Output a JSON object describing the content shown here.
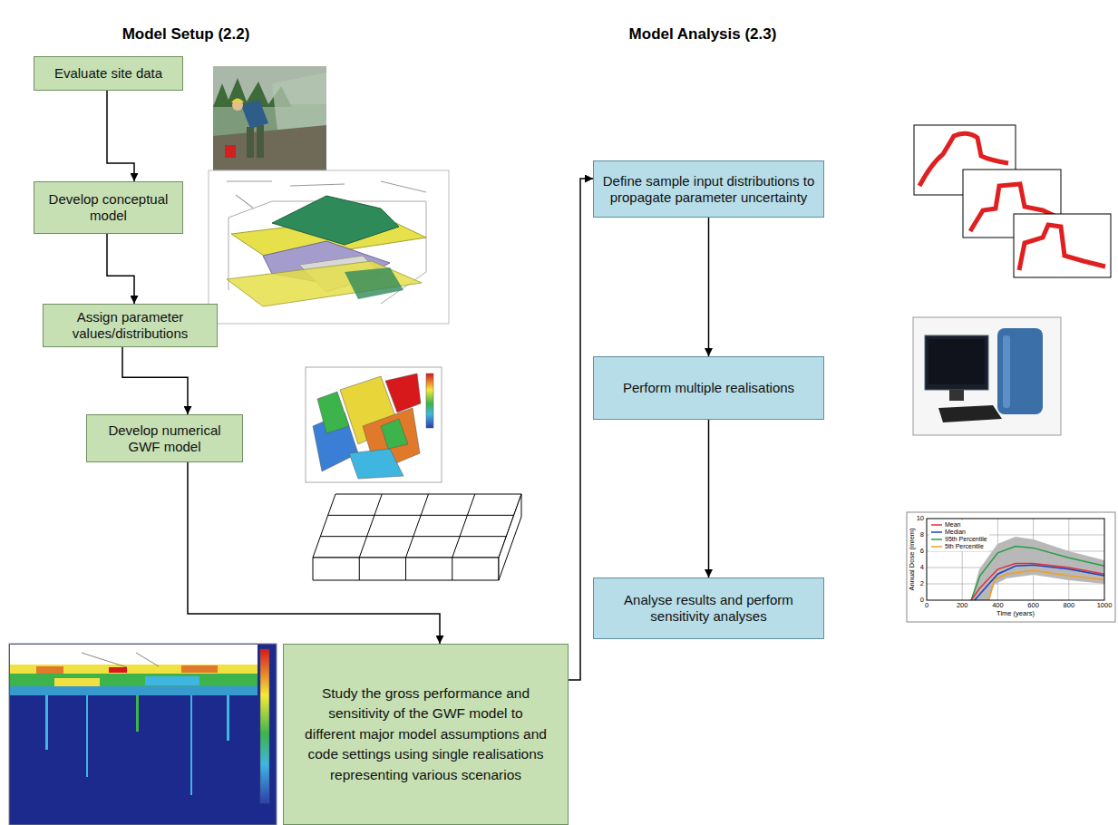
{
  "diagram": {
    "nodes": [
      {
        "text": [
          "Evaluate site data"
        ]
      },
      {
        "text": [
          "Develop conceptual model"
        ]
      },
      {
        "text": [
          "Assign parameter values/distributions"
        ]
      },
      {
        "text": [
          "Develop numerical GWF model"
        ]
      },
      {
        "text": [
          "Study the gross performance and sensitivity of the GWF model to different major model assumptions and code settings using single realisations representing various scenarios"
        ]
      },
      {
        "text": [
          "Define sample input distributions to propagate parameter uncertainty"
        ]
      },
      {
        "text": [
          "Perform multiple realisations"
        ]
      },
      {
        "text": [
          "Analyse results and perform sensitivity analyses"
        ]
      }
    ],
    "edges": [
      {
        "from": 0,
        "to": 1,
        "arrow": "to"
      },
      {
        "from": 1,
        "to": 2,
        "arrow": "to"
      },
      {
        "from": 2,
        "to": 3,
        "arrow": "to"
      },
      {
        "from": 3,
        "to": 4,
        "arrow": "to"
      },
      {
        "from": 4,
        "to": 5,
        "arrow": "to"
      },
      {
        "from": 5,
        "to": 6,
        "arrow": "to"
      },
      {
        "from": 6,
        "to": 7,
        "arrow": "to"
      }
    ],
    "labels": [
      "Model Setup (2.2)",
      "Model Analysis (2.3)",
      "Annual Dose (mrem)",
      "Time (years)",
      "0",
      "2",
      "4",
      "6",
      "8",
      "10",
      "0",
      "200",
      "400",
      "600",
      "800",
      "1000"
    ],
    "legend": [
      {
        "text": "Mean"
      },
      {
        "text": "Median"
      },
      {
        "text": "95th Percentile"
      },
      {
        "text": "5th Percentile"
      }
    ]
  }
}
